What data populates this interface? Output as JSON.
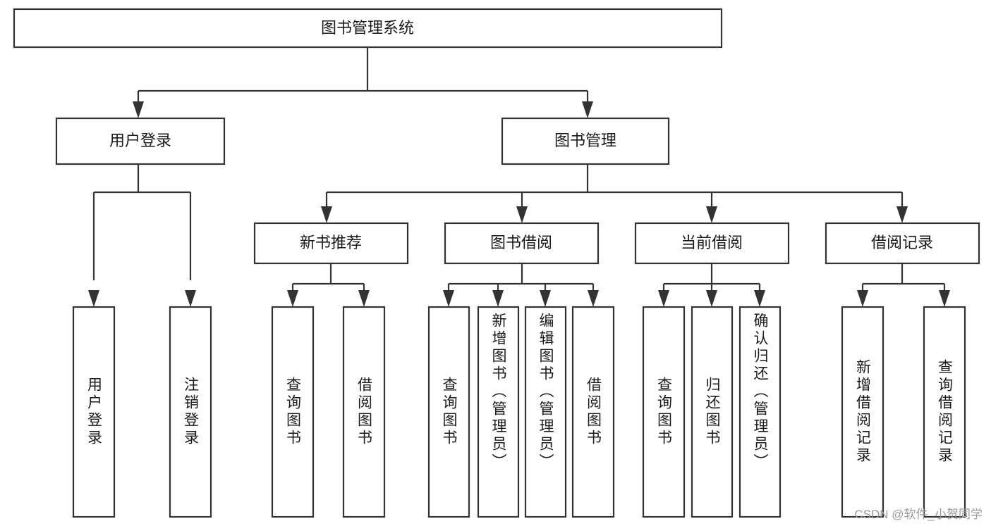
{
  "diagram": {
    "type": "tree-hierarchy-chart",
    "title": "图书管理系统",
    "watermark": "CSDN @软件_小贺同学",
    "colors": {
      "box_fill": "#ffffff",
      "box_stroke": "#333333",
      "text": "#1a1a1a",
      "watermark": "#9a9a9a",
      "background": "#ffffff"
    },
    "levels": [
      {
        "level": 1,
        "nodes": [
          {
            "id": "root",
            "label": "图书管理系统",
            "orientation": "horizontal"
          }
        ]
      },
      {
        "level": 2,
        "nodes": [
          {
            "id": "user-login",
            "label": "用户登录",
            "orientation": "horizontal",
            "parent": "root"
          },
          {
            "id": "book-manage",
            "label": "图书管理",
            "orientation": "horizontal",
            "parent": "root"
          }
        ]
      },
      {
        "level": 3,
        "nodes": [
          {
            "id": "new-book-rec",
            "label": "新书推荐",
            "orientation": "horizontal",
            "parent": "book-manage"
          },
          {
            "id": "book-borrow",
            "label": "图书借阅",
            "orientation": "horizontal",
            "parent": "book-manage"
          },
          {
            "id": "current-borrow",
            "label": "当前借阅",
            "orientation": "horizontal",
            "parent": "book-manage"
          },
          {
            "id": "borrow-record",
            "label": "借阅记录",
            "orientation": "horizontal",
            "parent": "book-manage"
          }
        ]
      },
      {
        "level": 4,
        "nodes": [
          {
            "id": "leaf-user-login",
            "label": "用户登录",
            "orientation": "vertical",
            "parent": "user-login"
          },
          {
            "id": "leaf-user-logout",
            "label": "注销登录",
            "orientation": "vertical",
            "parent": "user-login"
          },
          {
            "id": "leaf-query-book-1",
            "label": "查询图书",
            "orientation": "vertical",
            "parent": "new-book-rec"
          },
          {
            "id": "leaf-borrow-book-1",
            "label": "借阅图书",
            "orientation": "vertical",
            "parent": "new-book-rec"
          },
          {
            "id": "leaf-query-book-2",
            "label": "查询图书",
            "orientation": "vertical",
            "parent": "book-borrow"
          },
          {
            "id": "leaf-add-book",
            "label": "新增图书（管理员）",
            "orientation": "vertical",
            "parent": "book-borrow"
          },
          {
            "id": "leaf-edit-book",
            "label": "编辑图书（管理员）",
            "orientation": "vertical",
            "parent": "book-borrow"
          },
          {
            "id": "leaf-borrow-book-2",
            "label": "借阅图书",
            "orientation": "vertical",
            "parent": "book-borrow"
          },
          {
            "id": "leaf-query-book-3",
            "label": "查询图书",
            "orientation": "vertical",
            "parent": "current-borrow"
          },
          {
            "id": "leaf-return-book",
            "label": "归还图书",
            "orientation": "vertical",
            "parent": "current-borrow"
          },
          {
            "id": "leaf-confirm-return",
            "label": "确认归还（管理员）",
            "orientation": "vertical",
            "parent": "current-borrow"
          },
          {
            "id": "leaf-add-record",
            "label": "新增借阅记录",
            "orientation": "vertical",
            "parent": "borrow-record"
          },
          {
            "id": "leaf-query-record",
            "label": "查询借阅记录",
            "orientation": "vertical",
            "parent": "borrow-record"
          }
        ]
      }
    ]
  }
}
